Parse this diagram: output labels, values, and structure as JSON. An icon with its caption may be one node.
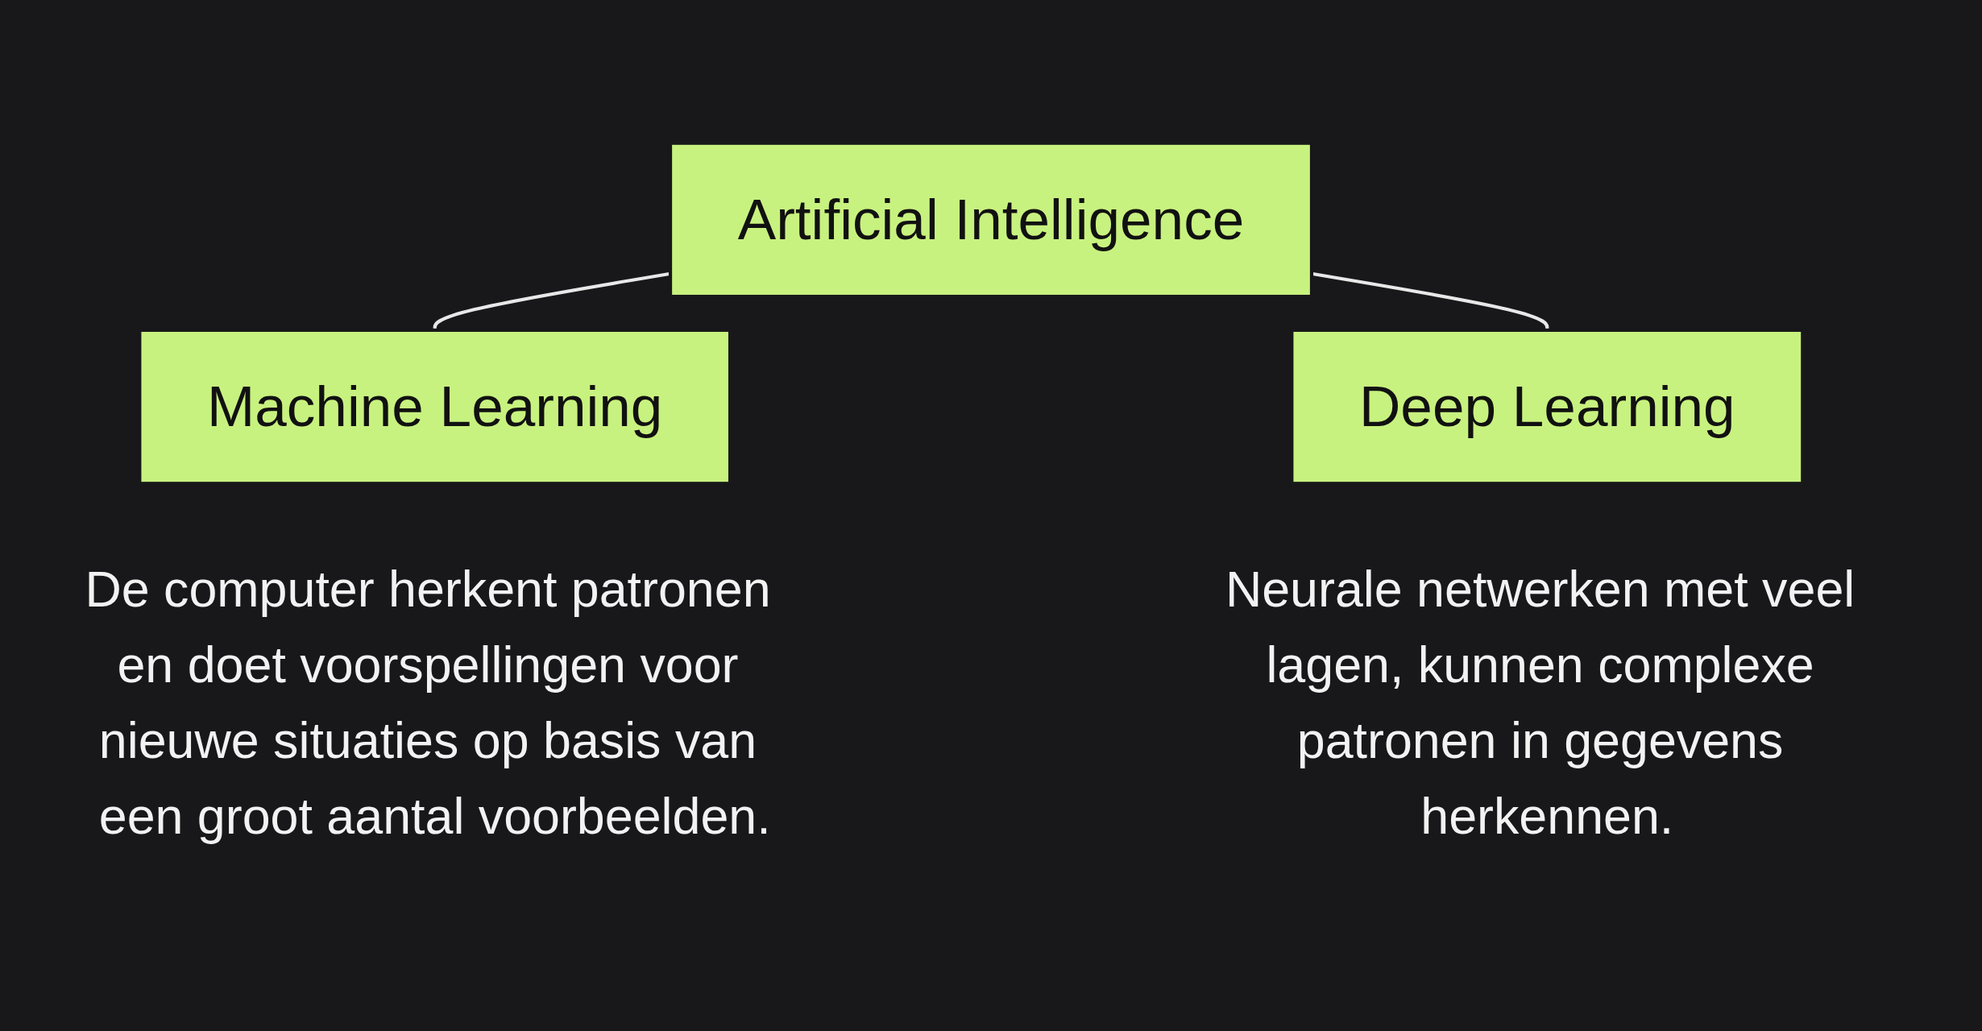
{
  "diagram": {
    "nodes": [
      {
        "text": [
          "Artificial Intelligence"
        ]
      },
      {
        "text": [
          "Machine Learning"
        ],
        "beside": [
          "De computer herkent patronen en doet voorspellingen voor nieuwe situaties op basis van een groot aantal voorbeelden."
        ]
      },
      {
        "text": [
          "Deep Learning"
        ],
        "beside": [
          "Neurale netwerken met veel lagen, kunnen complexe patronen in gegevens herkennen."
        ]
      }
    ],
    "edges": [
      {
        "from": 0,
        "to": 1,
        "arrow": "none"
      },
      {
        "from": 0,
        "to": 2,
        "arrow": "none"
      }
    ]
  }
}
